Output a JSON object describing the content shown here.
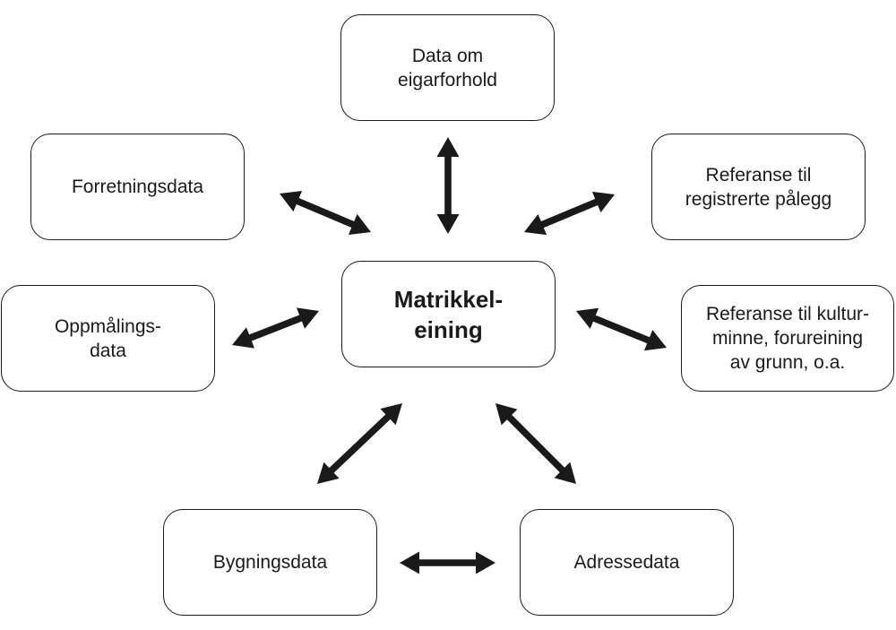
{
  "diagram": {
    "center": {
      "label": "Matrikkel-\neining"
    },
    "nodes": {
      "data_om_eigarforhold": "Data om\neigarforhold",
      "forretningsdata": "Forretningsdata",
      "referanse_palegg": "Referanse til\nregistrerte pålegg",
      "oppmalingsdata": "Oppmålings-\ndata",
      "referanse_kulturminne": "Referanse til kultur-\nminne, forureining\nav grunn, o.a.",
      "bygningsdata": "Bygningsdata",
      "adressedata": "Adressedata"
    },
    "colors": {
      "stroke": "#1a1a1a",
      "background": "#ffffff"
    },
    "connectors": [
      {
        "from": "matrikkeleining",
        "to": "data_om_eigarforhold",
        "type": "bidirectional-arrow"
      },
      {
        "from": "matrikkeleining",
        "to": "forretningsdata",
        "type": "bidirectional-arrow"
      },
      {
        "from": "matrikkeleining",
        "to": "referanse_palegg",
        "type": "bidirectional-arrow"
      },
      {
        "from": "matrikkeleining",
        "to": "oppmalingsdata",
        "type": "bidirectional-arrow"
      },
      {
        "from": "matrikkeleining",
        "to": "referanse_kulturminne",
        "type": "bidirectional-arrow"
      },
      {
        "from": "matrikkeleining",
        "to": "bygningsdata",
        "type": "bidirectional-arrow"
      },
      {
        "from": "matrikkeleining",
        "to": "adressedata",
        "type": "bidirectional-arrow"
      },
      {
        "from": "bygningsdata",
        "to": "adressedata",
        "type": "bidirectional-arrow"
      }
    ]
  }
}
